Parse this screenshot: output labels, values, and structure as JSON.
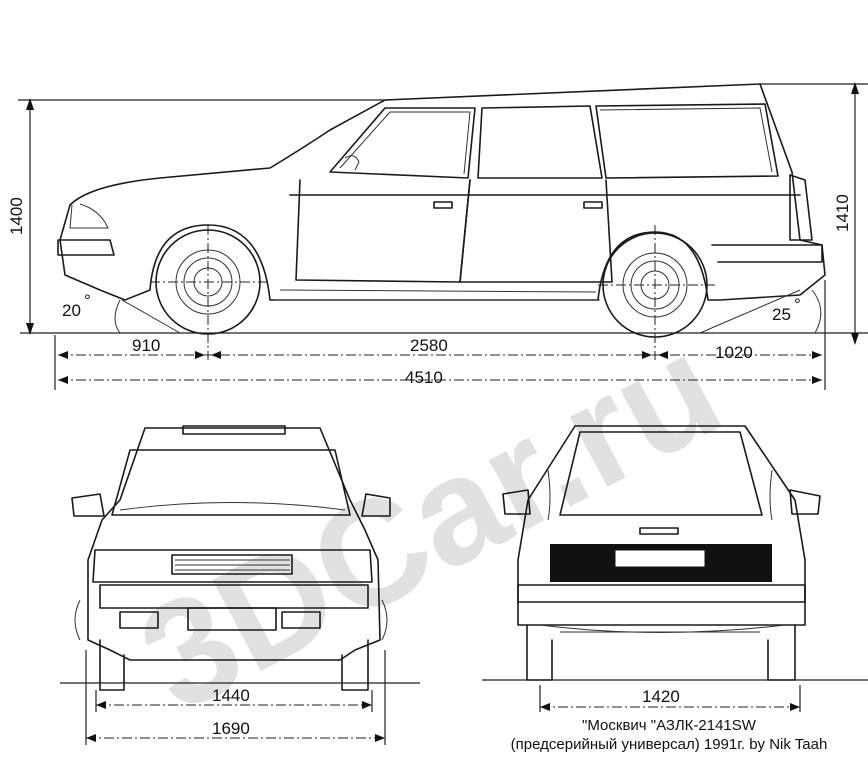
{
  "watermark": "3DCar.ru",
  "side_view": {
    "height_front": "1400",
    "height_rear": "1410",
    "front_overhang": "910",
    "wheelbase": "2580",
    "rear_overhang": "1020",
    "overall_length": "4510",
    "approach_angle": "20",
    "departure_angle": "25",
    "degree_mark": "°"
  },
  "front_view": {
    "track_front": "1440",
    "overall_width": "1690"
  },
  "rear_view": {
    "track_rear": "1420"
  },
  "caption": {
    "line1": "\"Москвич \"АЗЛК-2141SW",
    "line2": "(предсерийный универсал) 1991г. by Nik Taah"
  }
}
